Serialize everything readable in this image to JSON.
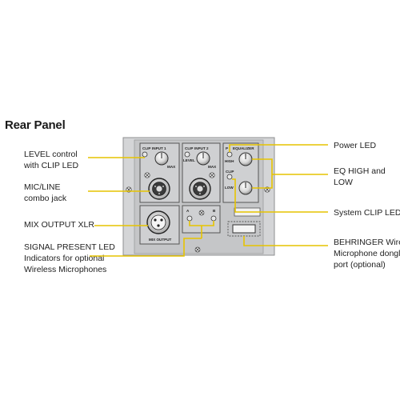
{
  "title": "Rear Panel",
  "labels_left": {
    "level_control": [
      "LEVEL control",
      "with CLIP LED"
    ],
    "mic_line": [
      "MIC/LINE",
      "combo jack"
    ],
    "mix_output": [
      "MIX OUTPUT XLR"
    ],
    "signal_present": [
      "SIGNAL PRESENT LED",
      "Indicators for optional",
      "Wireless Microphones"
    ]
  },
  "labels_right": {
    "power_led": [
      "Power LED"
    ],
    "eq": [
      "EQ HIGH and",
      "LOW"
    ],
    "system_clip": [
      "System CLIP LED"
    ],
    "behringer": [
      "BEHRINGER Wireless",
      "Microphone dongle",
      "port (optional)"
    ]
  },
  "panel_text": {
    "clip1": "CLIP",
    "input1": "INPUT 1",
    "clip2": "CLIP",
    "input2": "INPUT 2",
    "level": "LEVEL",
    "max1": "MAX",
    "max2": "MAX",
    "power": "P",
    "eq": "EQUALIZER",
    "high": "HIGH",
    "low": "LOW",
    "clip3": "CLIP",
    "mix_output": "MIX OUTPUT",
    "a_label": "A",
    "b_label": "B"
  },
  "colors": {
    "callout_line": "#e6c400",
    "panel_fill": "#c9cacc",
    "panel_inner": "#b9babc"
  }
}
